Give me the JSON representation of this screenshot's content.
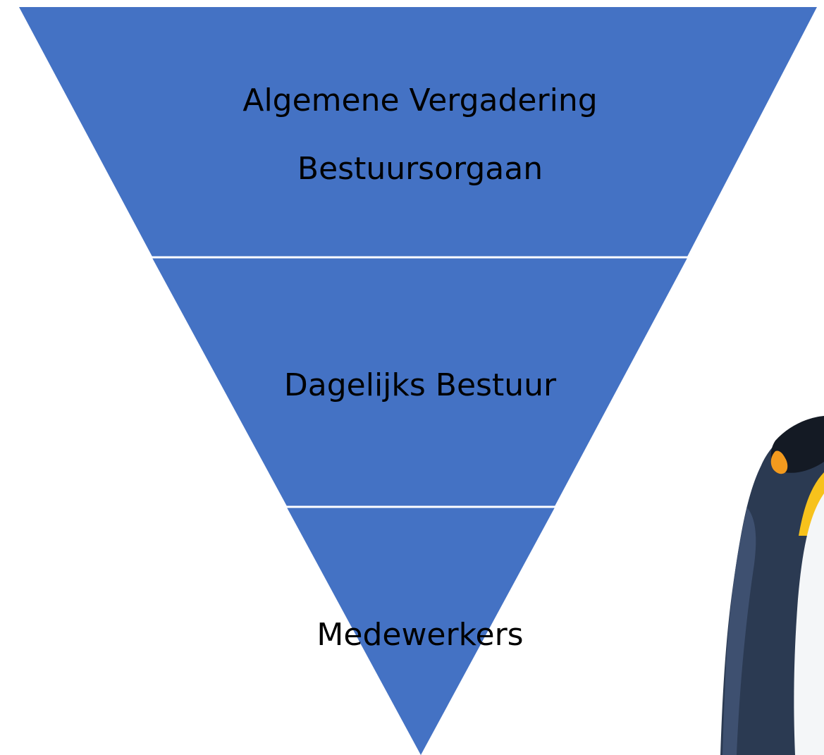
{
  "diagram": {
    "type": "inverted-pyramid",
    "fill_color": "#4472C4",
    "separator_color": "#ffffff",
    "text_color": "#000000",
    "tiers": [
      {
        "lines": [
          "Algemene Vergadering",
          "Bestuursorgaan"
        ]
      },
      {
        "lines": [
          "Dagelijks Bestuur"
        ]
      },
      {
        "lines": [
          "Medewerkers"
        ]
      }
    ]
  },
  "illustration": {
    "icon": "penguin-icon",
    "colors": {
      "back": "#2B3A52",
      "belly": "#F4F6F8",
      "chest_yellow": "#F7C21C",
      "ear_patch": "#F39A1E"
    }
  }
}
